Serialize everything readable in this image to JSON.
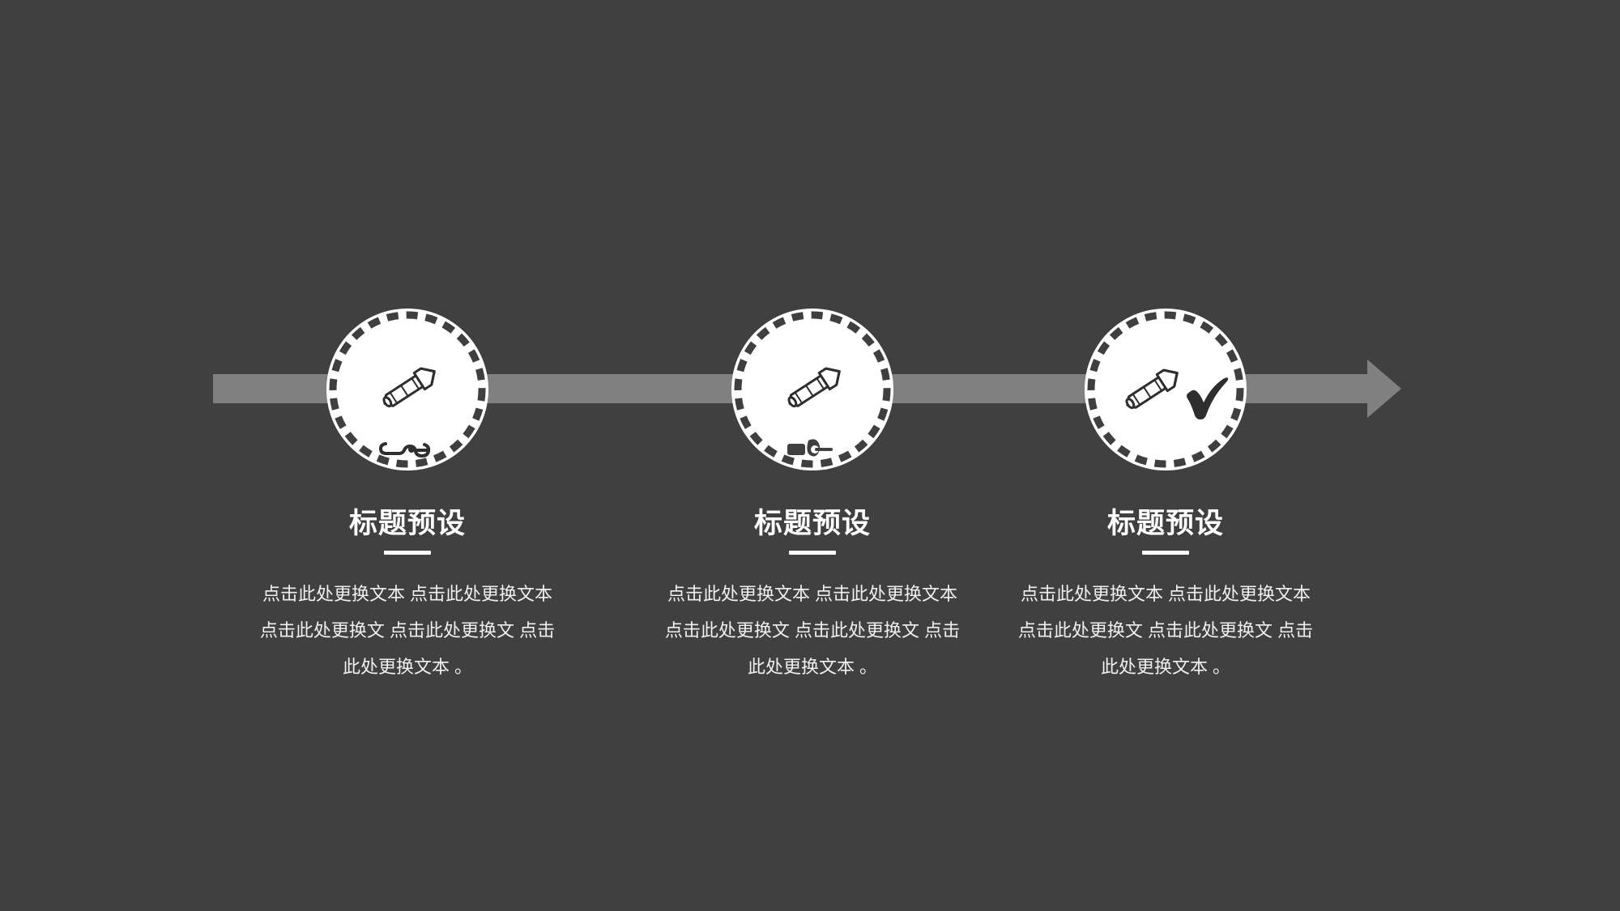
{
  "slide": {
    "background_color": "#404040",
    "accent_color": "#808080",
    "foreground_color": "#ffffff",
    "ink_color": "#3f3f3f"
  },
  "arrow": {
    "name": "process-arrow",
    "color": "#808080",
    "direction": "right"
  },
  "steps": [
    {
      "id": "step-1",
      "title": "标题预设",
      "body": "点击此处更换文本 点击此处更换文本 点击此处更换文 点击此处更换文 点击此处更换文本 。",
      "icon": "pencil-icon",
      "icon_extra": "scribble-icon",
      "has_check": false
    },
    {
      "id": "step-2",
      "title": "标题预设",
      "body": "点击此处更换文本 点击此处更换文本 点击此处更换文 点击此处更换文 点击此处更换文本 。",
      "icon": "pencil-icon",
      "icon_extra": "scribble-filled-icon",
      "has_check": false
    },
    {
      "id": "step-3",
      "title": "标题预设",
      "body": "点击此处更换文本 点击此处更换文本 点击此处更换文 点击此处更换文 点击此处更换文本 。",
      "icon": "pencil-icon",
      "icon_extra": "check-icon",
      "has_check": true
    }
  ]
}
